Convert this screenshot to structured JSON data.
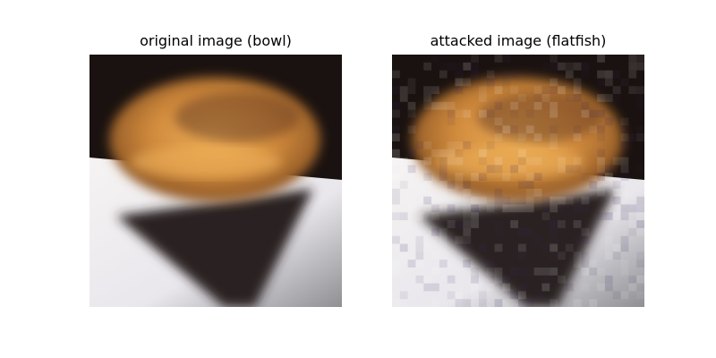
{
  "figure": {
    "panels": [
      {
        "title": "original image (bowl)",
        "image": "pixelated photo of an orange bread-like bowl with dark shadow",
        "variant": "original"
      },
      {
        "title": "attacked image (flatfish)",
        "image": "same photo with adversarial noise",
        "variant": "attacked"
      }
    ]
  },
  "colors": {
    "background": "#ffffff",
    "dark_bg": "#1a1210",
    "orange_main": "#d08a3c",
    "orange_highlight": "#f0b25a",
    "orange_dark": "#8a5424",
    "brown_ring": "#6a3e20",
    "table_light": "#e9e7ec",
    "shadow_dark": "#2a2220"
  }
}
